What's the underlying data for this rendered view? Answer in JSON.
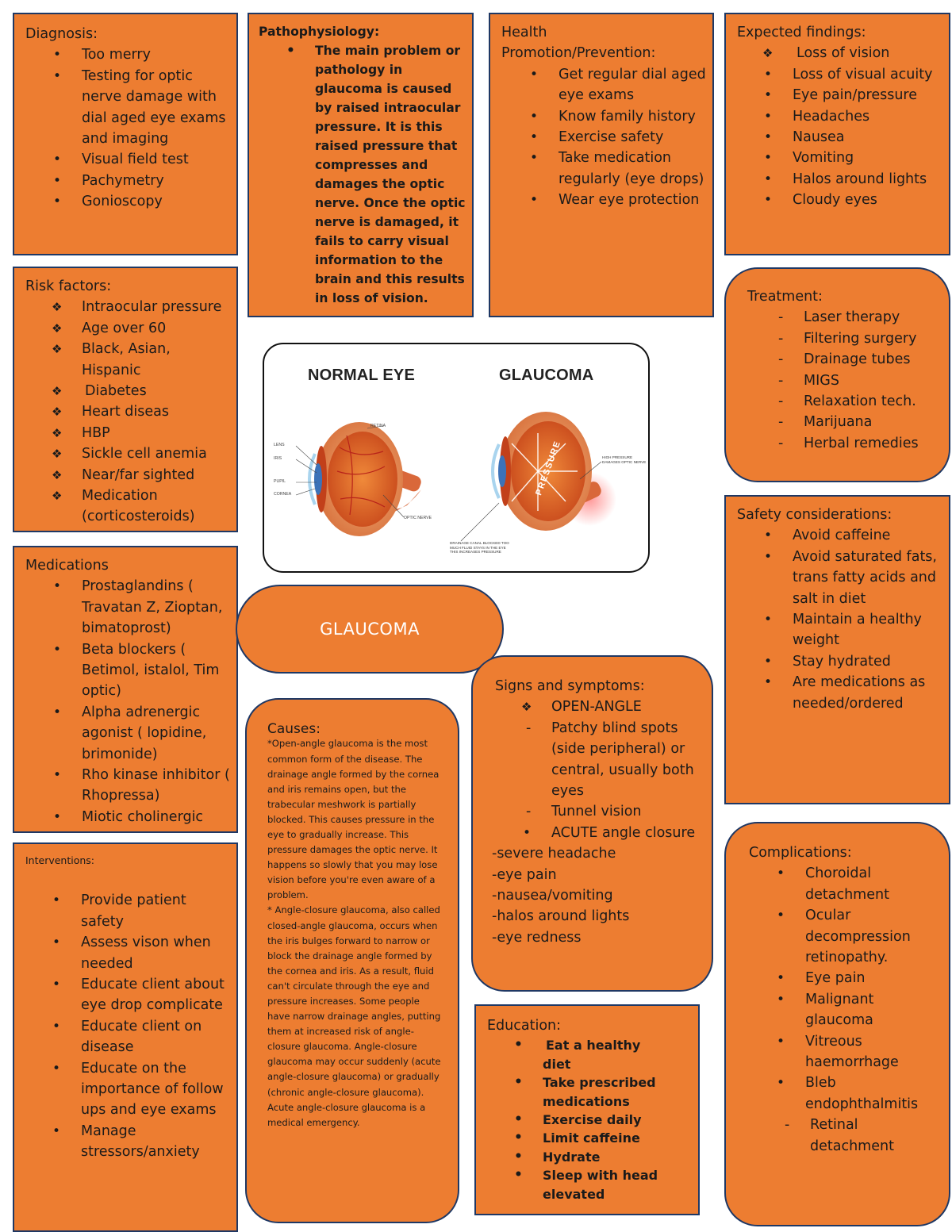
{
  "diagnosis": {
    "heading": "Diagnosis:",
    "items": [
      "Too merry",
      "Testing for optic nerve damage with dial aged eye exams and imaging",
      "Visual field test",
      "Pachymetry",
      "Gonioscopy"
    ]
  },
  "pathophysiology": {
    "heading": "Pathophysiology:",
    "text": "The main problem or pathology in glaucoma is caused by raised intraocular pressure. It is this raised pressure that compresses and damages the optic nerve. Once the optic nerve is damaged, it fails to carry visual information to the brain and this results in loss of vision."
  },
  "health_promotion": {
    "heading": "Health Promotion/Prevention:",
    "items": [
      "Get regular dial aged eye exams",
      "Know family history",
      "Exercise safety",
      "Take medication regularly (eye drops)",
      "Wear eye protection"
    ]
  },
  "expected_findings": {
    "heading": "Expected findings:",
    "first_item": "Loss of vision",
    "items": [
      "Loss of visual acuity",
      "Eye pain/pressure",
      "Headaches",
      "Nausea",
      "Vomiting",
      "Halos around lights",
      "Cloudy eyes"
    ]
  },
  "risk_factors": {
    "heading": "Risk factors:",
    "items": [
      "Intraocular pressure",
      "Age over 60",
      "Black, Asian, Hispanic",
      "Diabetes",
      "Heart diseas",
      "HBP",
      "Sickle cell anemia",
      "Near/far sighted",
      "Medication (corticosteroids)"
    ]
  },
  "treatment": {
    "heading": "Treatment:",
    "items": [
      "Laser therapy",
      "Filtering surgery",
      "Drainage tubes",
      "MIGS",
      "Relaxation tech.",
      "Marijuana",
      "Herbal remedies"
    ]
  },
  "figure": {
    "normal_title": "NORMAL EYE",
    "glaucoma_title": "GLAUCOMA",
    "labels": {
      "retina": "RETINA",
      "lens": "LENS",
      "iris": "IRIS",
      "pupil": "PUPIL",
      "cornea": "CORNEA",
      "optic_nerve": "OPTIC NERVE",
      "pressure": "PRESSURE",
      "high_pressure": "HIGH PRESSURE DAMAGES OPTIC NERVE",
      "drainage": "DRAINAGE CANAL BLOCKED TOO MUCH FLUID STAYS IN THE EYE THIS INCREASES PRESSURE"
    },
    "colors": {
      "eye_outer": "#e8a06a",
      "eye_inner": "#e0632a",
      "vessel": "#b8231a",
      "nerve": "#d9683a",
      "cornea": "#a9d4ee"
    }
  },
  "safety": {
    "heading": "Safety considerations:",
    "items": [
      "Avoid caffeine",
      "Avoid saturated fats, trans fatty acids and salt in diet",
      "Maintain a healthy weight",
      "Stay hydrated",
      "Are medications as needed/ordered"
    ]
  },
  "medications": {
    "heading": "Medications",
    "items": [
      "Prostaglandins ( Travatan Z, Zioptan, bimatoprost)",
      "Beta blockers ( Betimol, istalol, Tim optic)",
      "Alpha adrenergic agonist ( lopidine, brimonide)",
      "Rho kinase inhibitor ( Rhopressa)",
      "Miotic cholinergic"
    ]
  },
  "title": {
    "text": "GLAUCOMA"
  },
  "signs": {
    "heading": "Signs and symptoms:",
    "open_angle": "OPEN-ANGLE",
    "open_items": [
      "Patchy blind spots (side peripheral) or central, usually both eyes",
      "Tunnel vision"
    ],
    "acute": "ACUTE angle closure",
    "acute_items": [
      "-severe headache",
      "-eye pain",
      "-nausea/vomiting",
      "-halos around lights",
      "-eye redness"
    ]
  },
  "causes": {
    "heading": "Causes:",
    "text": "*Open-angle glaucoma is the most common form of the disease. The drainage angle formed by the cornea and iris remains open, but the trabecular meshwork is partially blocked. This causes pressure in the eye to gradually increase. This pressure damages the optic nerve. It happens so slowly that you may lose vision before you're even aware of a problem.\n* Angle-closure glaucoma, also called closed-angle glaucoma, occurs when the iris bulges forward to narrow or block the drainage angle formed by the cornea and iris. As a result, fluid can't circulate through the eye and pressure increases. Some people have narrow drainage angles, putting them at increased risk of angle-closure glaucoma. Angle-closure glaucoma may occur suddenly (acute angle-closure glaucoma) or gradually (chronic angle-closure glaucoma). Acute angle-closure glaucoma is a medical emergency."
  },
  "interventions": {
    "heading": "Interventions:",
    "items": [
      "Provide patient safety",
      "Assess vison when needed",
      "Educate client about eye drop complicate",
      "Educate client on disease",
      "Educate on the importance of follow ups and eye exams",
      "Manage stressors/anxiety"
    ]
  },
  "education": {
    "heading": "Education:",
    "items": [
      "Eat a healthy diet",
      "Take prescribed medications",
      "Exercise daily",
      "Limit caffeine",
      "Hydrate",
      "Sleep with head elevated"
    ]
  },
  "complications": {
    "heading": "Complications:",
    "items": [
      "Choroidal detachment",
      "Ocular decompression retinopathy.",
      "Eye pain",
      "Malignant glaucoma",
      "Vitreous haemorrhage",
      "Bleb endophthalmitis"
    ],
    "last_item": "Retinal detachment"
  },
  "markers": {
    "dot": "•",
    "diamond": "❖",
    "dash": "-"
  },
  "colors": {
    "box_fill": "#ed7d31",
    "box_border": "#1f3864",
    "title_text": "#ffffff"
  }
}
